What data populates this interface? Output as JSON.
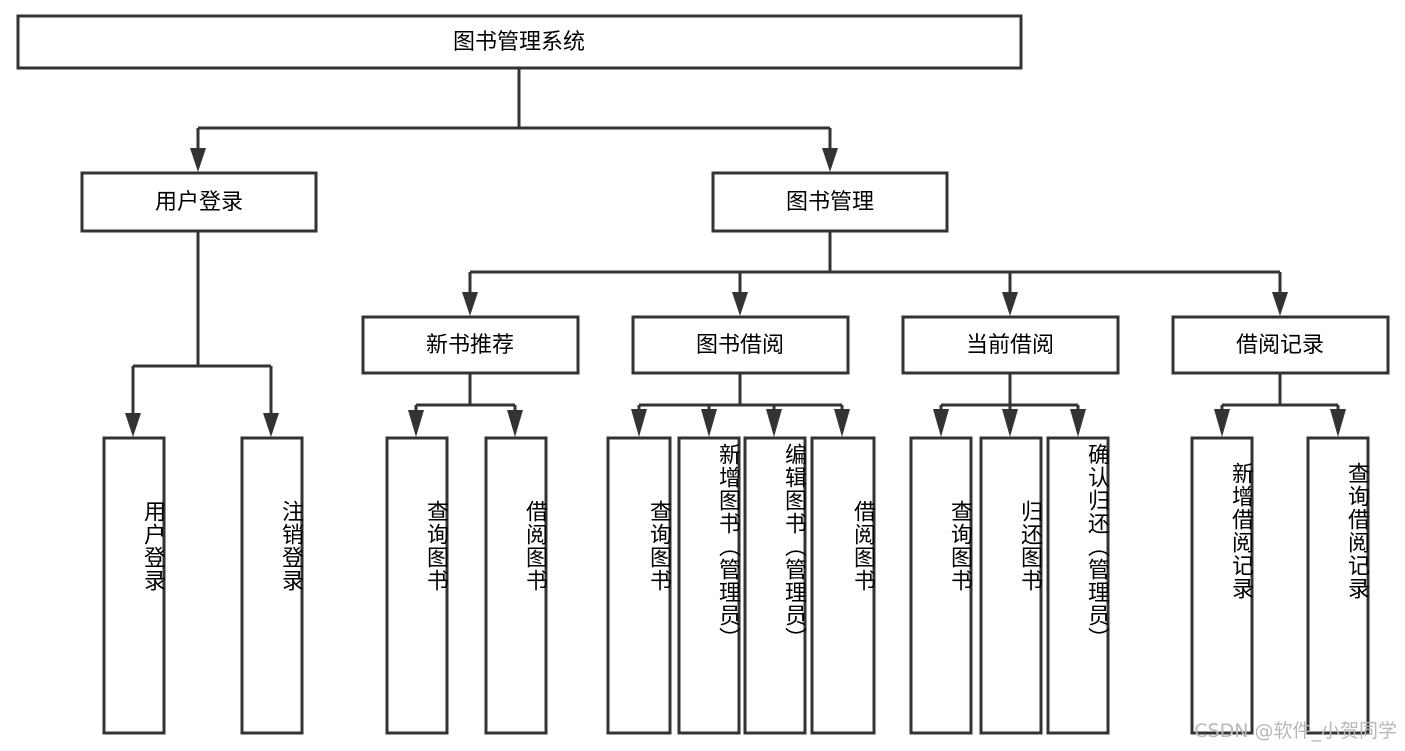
{
  "diagram": {
    "title": "图书管理系统",
    "watermark": "CSDN @软件_小贺同学",
    "style": {
      "stroke": "#333333",
      "fill": "#ffffff",
      "text": "#000000",
      "watermark_color": "#b8b8b8"
    },
    "root": {
      "label": "图书管理系统"
    },
    "level2": [
      {
        "label": "用户登录"
      },
      {
        "label": "图书管理"
      }
    ],
    "level3": [
      {
        "label": "新书推荐"
      },
      {
        "label": "图书借阅"
      },
      {
        "label": "当前借阅"
      },
      {
        "label": "借阅记录"
      }
    ],
    "leaves_user_login": [
      {
        "label": "用户登录"
      },
      {
        "label": "注销登录"
      }
    ],
    "leaves_new_book": [
      {
        "label": "查询图书"
      },
      {
        "label": "借阅图书"
      }
    ],
    "leaves_book_borrow": [
      {
        "label": "查询图书"
      },
      {
        "label": "新增图书（管理员）"
      },
      {
        "label": "编辑图书（管理员）"
      },
      {
        "label": "借阅图书"
      }
    ],
    "leaves_current_borrow": [
      {
        "label": "查询图书"
      },
      {
        "label": "归还图书"
      },
      {
        "label": "确认归还（管理员）"
      }
    ],
    "leaves_borrow_record": [
      {
        "label": "新增借阅记录"
      },
      {
        "label": "查询借阅记录"
      }
    ]
  },
  "chart_data": {
    "type": "table",
    "title": "图书管理系统 功能结构图",
    "tree": {
      "name": "图书管理系统",
      "children": [
        {
          "name": "用户登录",
          "children": [
            {
              "name": "用户登录"
            },
            {
              "name": "注销登录"
            }
          ]
        },
        {
          "name": "图书管理",
          "children": [
            {
              "name": "新书推荐",
              "children": [
                {
                  "name": "查询图书"
                },
                {
                  "name": "借阅图书"
                }
              ]
            },
            {
              "name": "图书借阅",
              "children": [
                {
                  "name": "查询图书"
                },
                {
                  "name": "新增图书（管理员）"
                },
                {
                  "name": "编辑图书（管理员）"
                },
                {
                  "name": "借阅图书"
                }
              ]
            },
            {
              "name": "当前借阅",
              "children": [
                {
                  "name": "查询图书"
                },
                {
                  "name": "归还图书"
                },
                {
                  "name": "确认归还（管理员）"
                }
              ]
            },
            {
              "name": "借阅记录",
              "children": [
                {
                  "name": "新增借阅记录"
                },
                {
                  "name": "查询借阅记录"
                }
              ]
            }
          ]
        }
      ]
    }
  }
}
